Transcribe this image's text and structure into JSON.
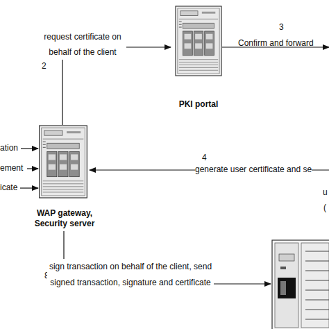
{
  "diagram": {
    "nodes": [
      {
        "text": [
          "PKI portal"
        ]
      },
      {
        "text": [
          "WAP gateway, Security server"
        ]
      }
    ],
    "edges": [
      {
        "from": 1,
        "to": 0,
        "arrow": "to",
        "label": "request certificate on behalf of the client"
      }
    ],
    "labels": [
      "2",
      "3",
      "Confirm and forward",
      "4",
      "generate user certificate and se",
      "ation",
      "ement",
      "icate",
      "u",
      "(",
      "8",
      "sign transaction on behalf of the client, send signed transaction, signature and certificate"
    ]
  }
}
